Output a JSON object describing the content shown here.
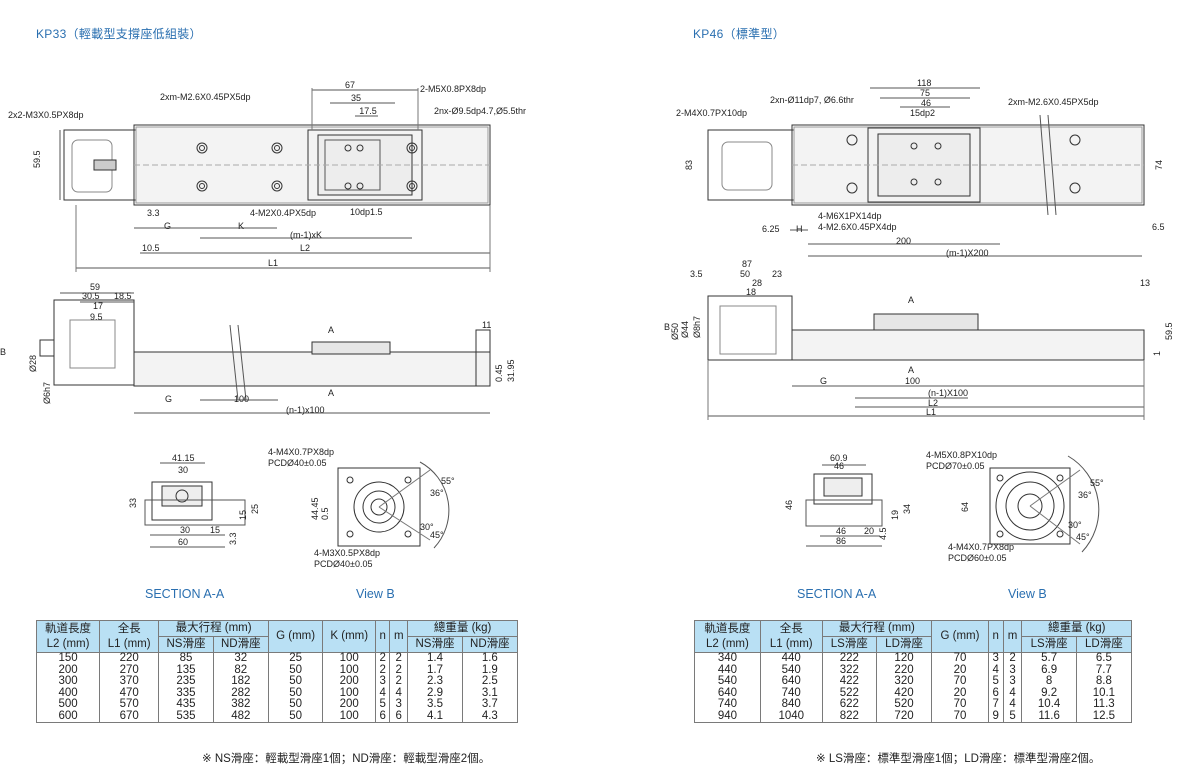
{
  "left": {
    "title": "KP33（輕載型支撐座低組裝）",
    "section_label": "SECTION A-A",
    "view_label": "View B",
    "top_labels": {
      "d67": "67",
      "d35": "35",
      "d17_5": "17.5",
      "m5": "2-M5X0.8PX8dp",
      "m2": "2xm-M2.6X0.45PX5dp",
      "m3": "2x2-M3X0.5PX8dp",
      "nx": "2nx-Ø9.5dp4.7,Ø5.5thr",
      "h59_5": "59.5",
      "d3_3": "3.3",
      "G": "G",
      "K": "K",
      "m2x": "4-M2X0.4PX5dp",
      "d10dp": "10dp1.5",
      "mk": "(m-1)xK",
      "d10_5": "10.5",
      "L2": "L2",
      "L1": "L1"
    },
    "side_labels": {
      "d59": "59",
      "d30_5": "30.5",
      "d18_5": "18.5",
      "d17": "17",
      "d9_5": "9.5",
      "B": "B",
      "phi28": "Ø28",
      "phi6": "Ø6h7",
      "A1": "A",
      "A2": "A",
      "d11": "11",
      "d0_45": "0.45",
      "d31_95": "31.95",
      "G": "G",
      "d100": "100",
      "n100": "(n-1)x100"
    },
    "section_dims": {
      "d41_15": "41.15",
      "d30": "30",
      "d33": "33",
      "d30b": "30",
      "d15": "15",
      "d60": "60",
      "d3_3": "3.3",
      "d15v": "15",
      "d25": "25"
    },
    "view_dims": {
      "m4": "4-M4X0.7PX8dp",
      "pcd1": "PCDØ40±0.05",
      "d44_45": "44.45",
      "d0_5": "0.5",
      "a30": "30°",
      "a45": "45°",
      "a55": "55°",
      "a36": "36°",
      "m3b": "4-M3X0.5PX8dp",
      "pcd2": "PCDØ40±0.05"
    },
    "table": {
      "headers": {
        "rail": "軌道長度",
        "rail2": "L2 (mm)",
        "len": "全長",
        "len2": "L1 (mm)",
        "stroke": "最大行程 (mm)",
        "s1": "NS滑座",
        "s2": "ND滑座",
        "g": "G (mm)",
        "k": "K (mm)",
        "n": "n",
        "m": "m",
        "weight": "總重量 (kg)",
        "w1": "NS滑座",
        "w2": "ND滑座"
      },
      "rows": [
        [
          "150",
          "220",
          "85",
          "32",
          "25",
          "100",
          "2",
          "2",
          "1.4",
          "1.6"
        ],
        [
          "200",
          "270",
          "135",
          "82",
          "50",
          "100",
          "2",
          "2",
          "1.7",
          "1.9"
        ],
        [
          "300",
          "370",
          "235",
          "182",
          "50",
          "200",
          "3",
          "2",
          "2.3",
          "2.5"
        ],
        [
          "400",
          "470",
          "335",
          "282",
          "50",
          "100",
          "4",
          "4",
          "2.9",
          "3.1"
        ],
        [
          "500",
          "570",
          "435",
          "382",
          "50",
          "200",
          "5",
          "3",
          "3.5",
          "3.7"
        ],
        [
          "600",
          "670",
          "535",
          "482",
          "50",
          "100",
          "6",
          "6",
          "4.1",
          "4.3"
        ]
      ],
      "note": "※ NS滑座：輕載型滑座1個；ND滑座：輕載型滑座2個。"
    }
  },
  "right": {
    "title": "KP46（標準型）",
    "section_label": "SECTION A-A",
    "view_label": "View B",
    "top_labels": {
      "d118": "118",
      "d75": "75",
      "d46": "46",
      "dp15": "15dp2",
      "m4": "2-M4X0.7PX10dp",
      "nx": "2xn-Ø11dp7, Ø6.6thr",
      "m2": "2xm-M2.6X0.45PX5dp",
      "h83": "83",
      "h74": "74",
      "m6": "4-M6X1PX14dp",
      "m2b": "4-M2.6X0.45PX4dp",
      "d6_25": "6.25",
      "H": "H",
      "d6_5": "6.5",
      "d200": "200",
      "m200": "(m-1)X200"
    },
    "side_labels": {
      "d87": "87",
      "d3_5": "3.5",
      "d50": "50",
      "d23": "23",
      "d28": "28",
      "d18": "18",
      "B": "B",
      "phi50": "Ø50",
      "phi8": "Ø8h7",
      "phi44": "Ø44",
      "A1": "A",
      "A2": "A",
      "d13": "13",
      "d59_5": "59.5",
      "d1": "1",
      "G": "G",
      "d100": "100",
      "n100": "(n-1)X100",
      "L2": "L2",
      "L1": "L1"
    },
    "section_dims": {
      "d60_9": "60.9",
      "d46": "46",
      "d46v": "46",
      "d46b": "46",
      "d20": "20",
      "d86": "86",
      "d4_5": "4.5",
      "d19": "19",
      "d34": "34"
    },
    "view_dims": {
      "m5": "4-M5X0.8PX10dp",
      "pcd1": "PCDØ70±0.05",
      "d64": "64",
      "a30": "30°",
      "a45": "45°",
      "a55": "55°",
      "a36": "36°",
      "m4b": "4-M4X0.7PX8dp",
      "pcd2": "PCDØ60±0.05"
    },
    "table": {
      "headers": {
        "rail": "軌道長度",
        "rail2": "L2 (mm)",
        "len": "全長",
        "len2": "L1 (mm)",
        "stroke": "最大行程 (mm)",
        "s1": "LS滑座",
        "s2": "LD滑座",
        "g": "G (mm)",
        "n": "n",
        "m": "m",
        "weight": "總重量 (kg)",
        "w1": "LS滑座",
        "w2": "LD滑座"
      },
      "rows": [
        [
          "340",
          "440",
          "222",
          "120",
          "70",
          "3",
          "2",
          "5.7",
          "6.5"
        ],
        [
          "440",
          "540",
          "322",
          "220",
          "20",
          "4",
          "3",
          "6.9",
          "7.7"
        ],
        [
          "540",
          "640",
          "422",
          "320",
          "70",
          "5",
          "3",
          "8",
          "8.8"
        ],
        [
          "640",
          "740",
          "522",
          "420",
          "20",
          "6",
          "4",
          "9.2",
          "10.1"
        ],
        [
          "740",
          "840",
          "622",
          "520",
          "70",
          "7",
          "4",
          "10.4",
          "11.3"
        ],
        [
          "940",
          "1040",
          "822",
          "720",
          "70",
          "9",
          "5",
          "11.6",
          "12.5"
        ]
      ],
      "note": "※ LS滑座：標準型滑座1個；LD滑座：標準型滑座2個。"
    }
  }
}
